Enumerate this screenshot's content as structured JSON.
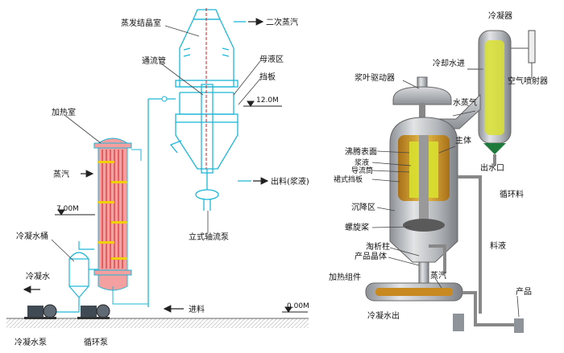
{
  "left": {
    "labels": {
      "evap_chamber": "蒸发结晶室",
      "vapor_out": "二次蒸汽",
      "flow_pipe": "通流管",
      "mother_liquor": "母液区",
      "baffle": "挡板",
      "heating_chamber": "加热室",
      "steam": "蒸汽",
      "level_12": "12.0M",
      "level_7": "7.00M",
      "discharge": "出料(浆液)",
      "condensate_tank": "冷凝水桶",
      "condensate_water": "冷凝水",
      "axial_pump": "立式轴流泵",
      "feed": "进料",
      "level_0": "0.00M",
      "condensate_pump": "冷凝水泵",
      "circ_pump": "循环泵"
    }
  },
  "right": {
    "labels": {
      "condenser": "冷凝器",
      "cooling_in": "冷却水进",
      "air_ejector": "空气喷射器",
      "agitator_drive": "浆叶驱动器",
      "water_vapor": "水蒸气",
      "outlet_water": "出水口",
      "main_body": "主体",
      "boiling_surface": "沸腾表面",
      "slurry": "浆液",
      "draft_tube": "导流筒",
      "skirt_baffle": "裙式挡板",
      "circ_material": "循环料",
      "settling_zone": "沉降区",
      "propeller": "螺旋桨",
      "elutriation_leg": "淘析柱",
      "product_crystal": "产品晶体",
      "material_liquor": "料液",
      "heating_unit": "加热组件",
      "steam": "蒸汽",
      "product": "产品",
      "condensate_out": "冷凝水出"
    }
  },
  "colors": {
    "blueprint": "#1cb7d8",
    "heater_fill": "#f4a0a0",
    "heater_tube": "#d32020",
    "heater_bar": "#f0d000",
    "body_gray": "#b9bcc0",
    "crystal_yellow": "#d8e030",
    "slurry_orange": "#c88a20"
  }
}
